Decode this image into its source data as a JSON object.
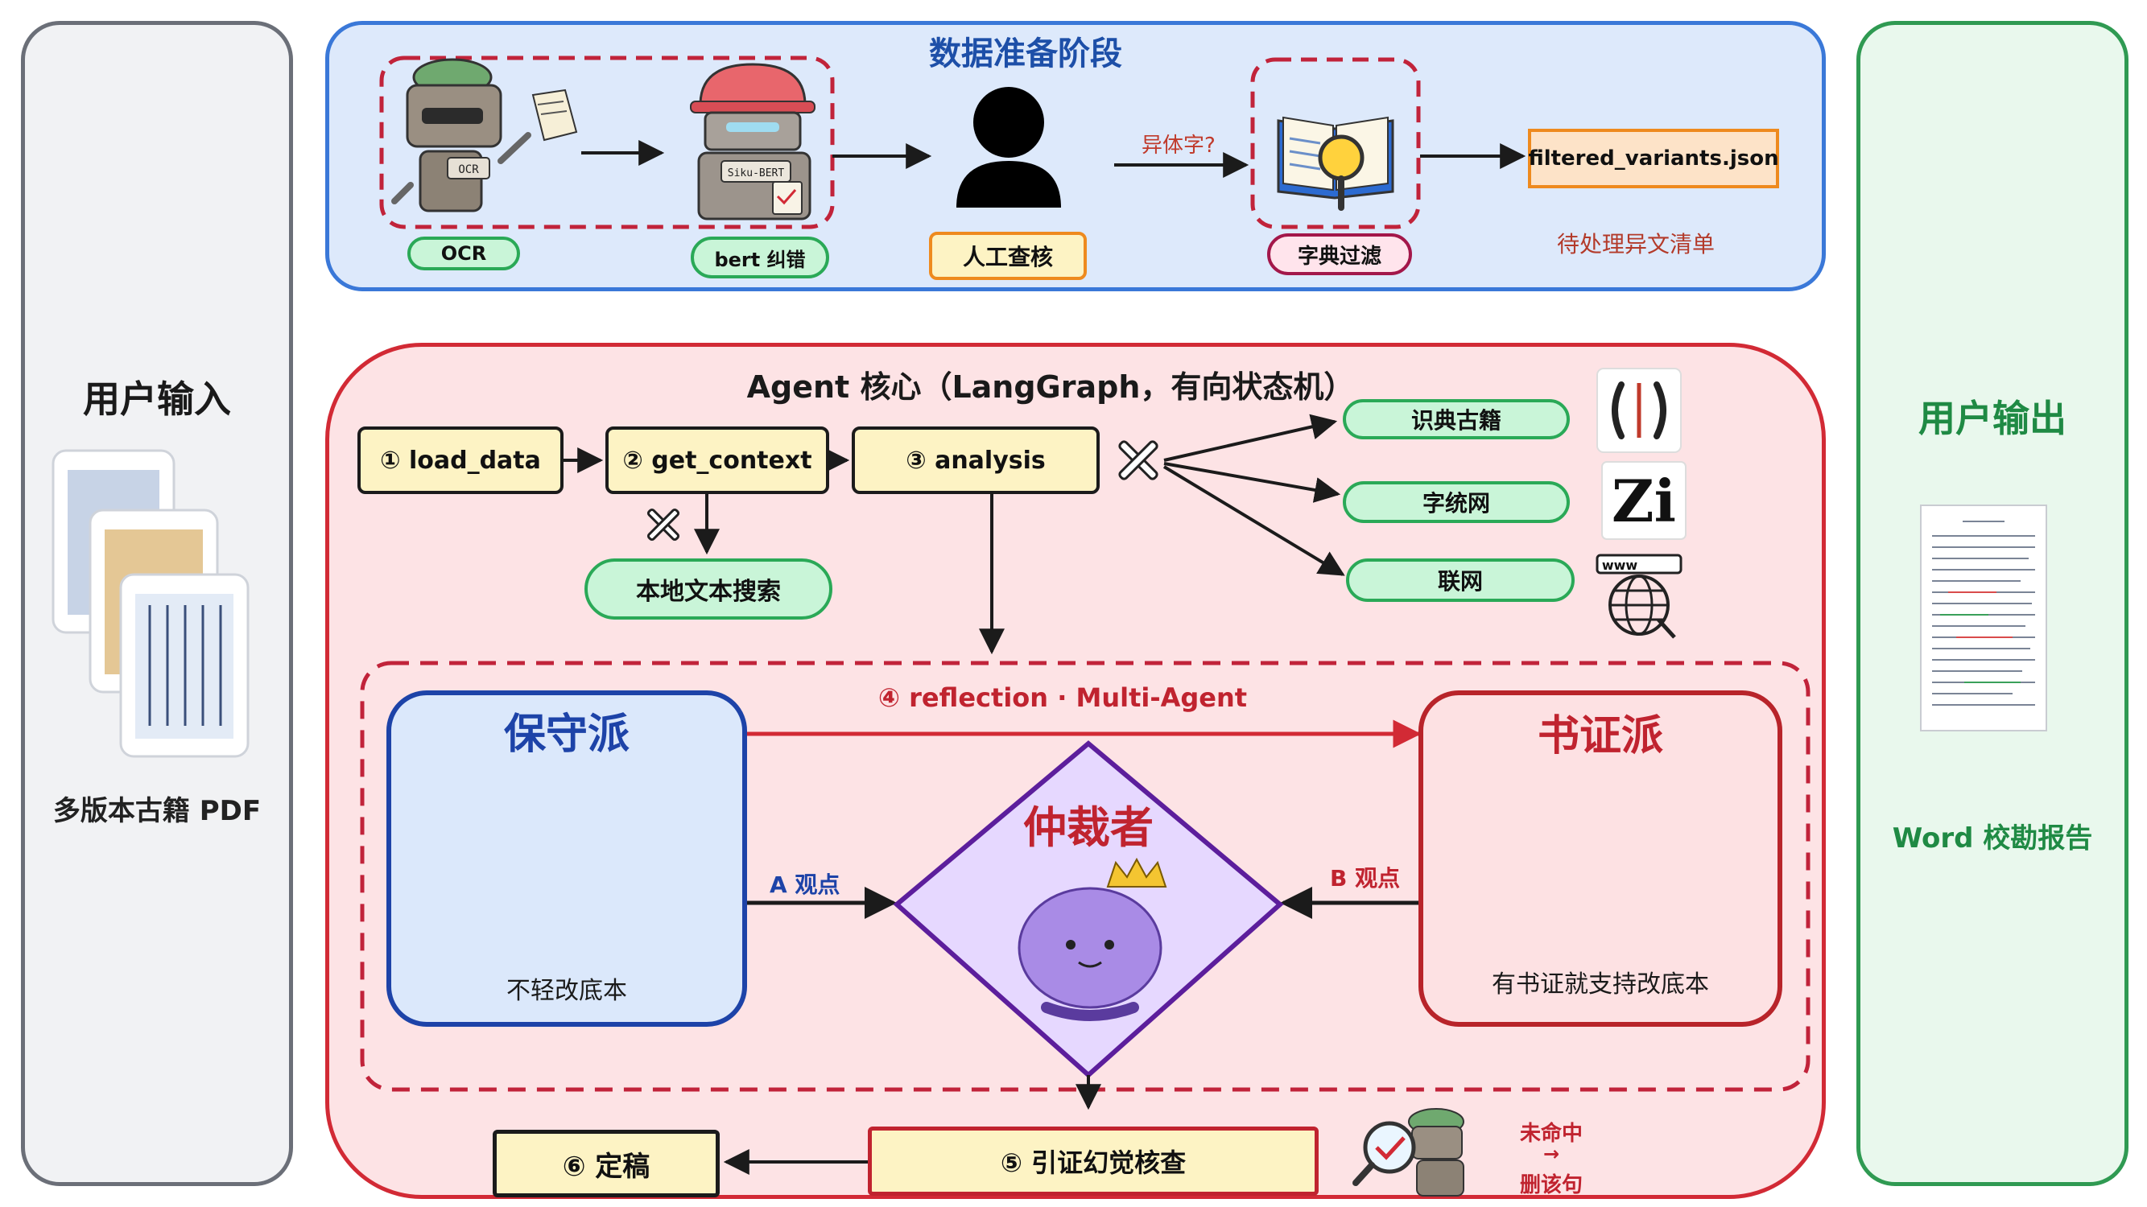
{
  "colors": {
    "input_panel_border": "#6b6f78",
    "output_panel_border": "#2f9a52",
    "prep_panel_border": "#3a78d8",
    "core_panel_border": "#d22a35",
    "step_box_fill": "#fdf3c4",
    "pill_fill": "#c9f5d8",
    "pill_border": "#2aa957",
    "conservative_border": "#1d43a8",
    "evidence_border": "#b8242a",
    "arbiter_border": "#5c1e9c",
    "arbiter_fill": "#e6d8ff"
  },
  "input": {
    "title": "用户输入",
    "caption": "多版本古籍 PDF",
    "icon": "ancient-book-pages-icon"
  },
  "output": {
    "title": "用户输出",
    "caption": "Word 校勘报告",
    "icon": "word-report-document-icon"
  },
  "prep": {
    "title": "数据准备阶段",
    "ocr_label": "OCR",
    "bert_label": "bert 纠错",
    "manual_label": "人工查核",
    "question": "异体字?",
    "dict_label": "字典过滤",
    "json_file": "filtered_variants.json",
    "pending": "待处理异文清单",
    "icons": {
      "ocr": "ocr-robot-icon",
      "ocr_screen": "OCR",
      "bert": "siku-bert-robot-icon",
      "bert_screen": "Siku-BERT",
      "person": "person-icon",
      "dict": "dictionary-magnifier-icon"
    }
  },
  "core": {
    "title": "Agent 核心（LangGraph，有向状态机）",
    "steps": [
      "① load_data",
      "② get_context",
      "③ analysis"
    ],
    "local_search": "本地文本搜索",
    "tools": [
      "识典古籍",
      "字统网",
      "联网"
    ],
    "tool_icons": [
      "shidian-gujie-logo-icon",
      "zitong-logo-icon",
      "www-globe-icon"
    ],
    "tool_icon_texts": [
      "⟮⟯",
      "Zi",
      "www"
    ],
    "wrench_icon": "tools-icon",
    "reflection": "④ reflection · Multi-Agent",
    "conservative": {
      "title": "保守派",
      "desc": "不轻改底本",
      "icon": "brain-police-shield-icon"
    },
    "evidence": {
      "title": "书证派",
      "desc": "有书证就支持改底本",
      "icon": "brain-graduate-scroll-icon"
    },
    "arbiter": {
      "title": "仲裁者",
      "icon": "brain-crown-icon"
    },
    "view_a": "A 观点",
    "view_b": "B 观点",
    "verify": "⑤ 引证幻觉核查",
    "final": "⑥ 定稿",
    "verify_icon": "inspector-robot-icon",
    "miss_line1": "未命中",
    "miss_arrow": "→",
    "miss_line2": "删该句"
  }
}
